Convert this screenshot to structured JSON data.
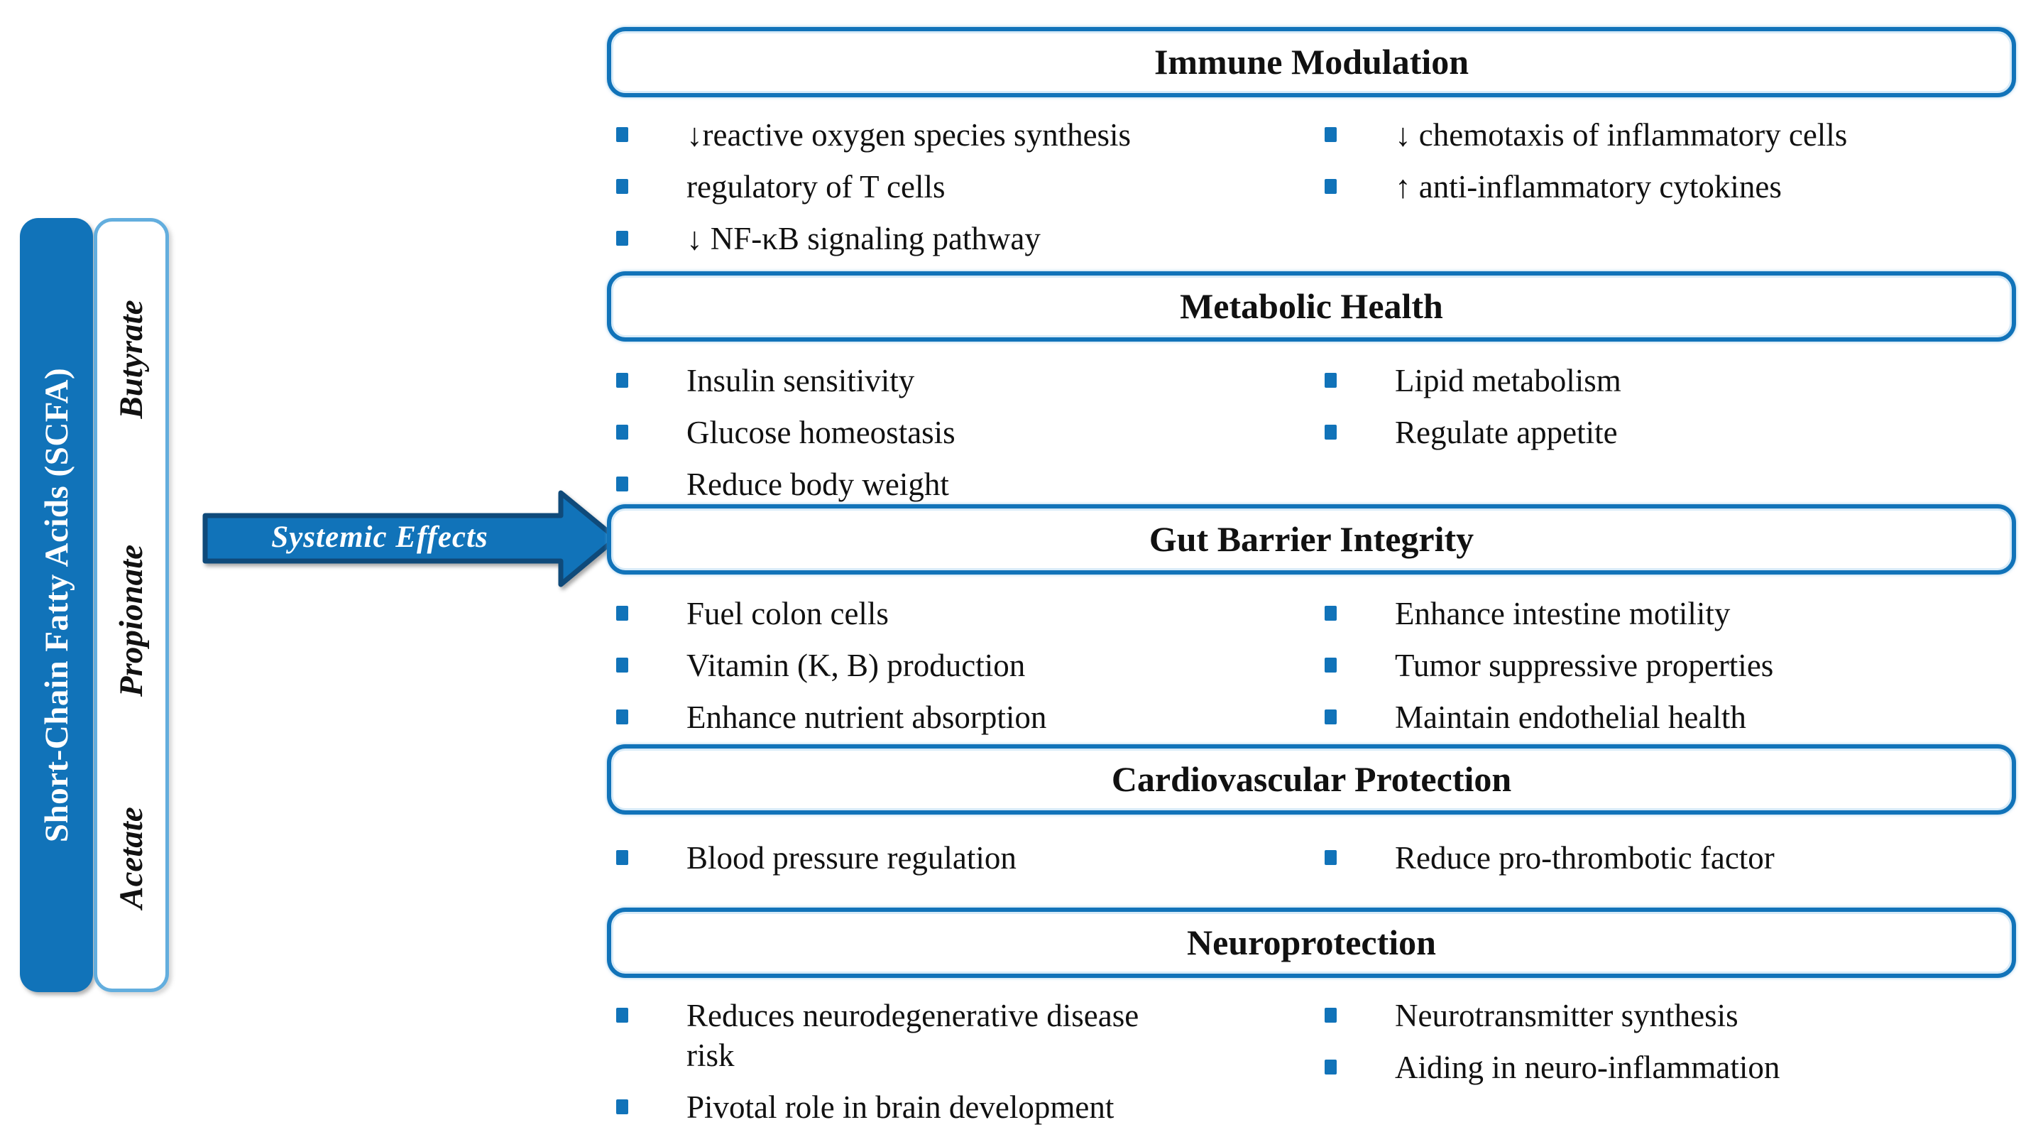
{
  "colors": {
    "primary_blue": "#1173b9",
    "light_blue_border": "#63aede",
    "arrow_outline": "#0f4a7a",
    "text": "#111111"
  },
  "left_panel": {
    "scfa_label": "Short-Chain Fatty Acids (SCFA)",
    "acids": [
      "Butyrate",
      "Propionate",
      "Acetate"
    ]
  },
  "arrow": {
    "label": "Systemic Effects"
  },
  "sections": [
    {
      "title": "Immune Modulation",
      "left": [
        "↓reactive oxygen species synthesis",
        "regulatory of T cells",
        "↓ NF-κB signaling pathway"
      ],
      "right": [
        "↓ chemotaxis of inflammatory cells",
        "↑ anti-inflammatory cytokines"
      ]
    },
    {
      "title": "Metabolic Health",
      "left": [
        "Insulin sensitivity",
        "Glucose homeostasis",
        "Reduce body weight"
      ],
      "right": [
        "Lipid metabolism",
        "Regulate appetite"
      ]
    },
    {
      "title": "Gut Barrier Integrity",
      "left": [
        "Fuel colon cells",
        "Vitamin (K, B) production",
        "Enhance nutrient absorption"
      ],
      "right": [
        "Enhance intestine motility",
        "Tumor suppressive properties",
        "Maintain endothelial health"
      ]
    },
    {
      "title": "Cardiovascular Protection",
      "left": [
        "Blood pressure regulation"
      ],
      "right": [
        "Reduce pro-thrombotic factor"
      ]
    },
    {
      "title": "Neuroprotection",
      "left": [
        "Reduces neurodegenerative disease\nrisk",
        "Pivotal role in brain development"
      ],
      "right": [
        "Neurotransmitter synthesis",
        "Aiding in neuro-inflammation"
      ]
    }
  ]
}
